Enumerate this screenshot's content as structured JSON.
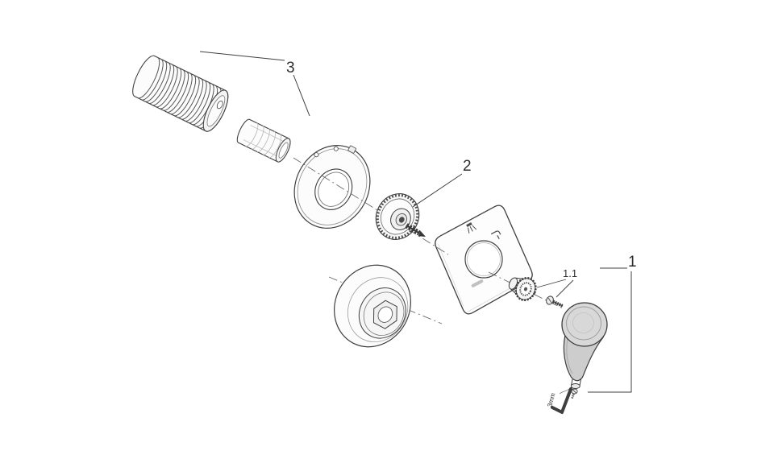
{
  "diagram": {
    "background_color": "#ffffff",
    "line_color": "#3f3f3f",
    "metal_fill": "#d8d8d8",
    "axis_style": "dash-dot",
    "callouts": {
      "label_3": "3",
      "label_2": "2",
      "label_1_1": "1.1",
      "label_1": "1",
      "hex_key_size": "3mm"
    }
  }
}
